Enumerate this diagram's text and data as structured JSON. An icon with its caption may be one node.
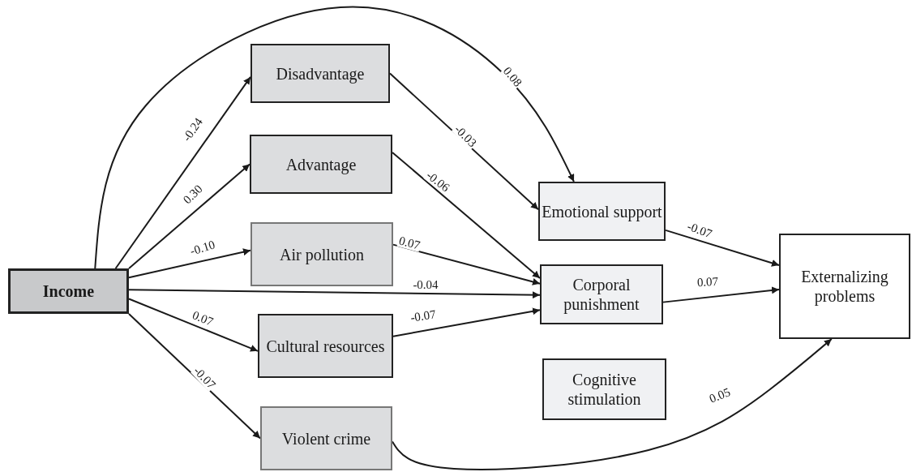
{
  "diagram": {
    "nodes": [
      {
        "text": [
          "Income"
        ]
      },
      {
        "text": [
          "Disadvantage"
        ]
      },
      {
        "text": [
          "Advantage"
        ]
      },
      {
        "text": [
          "Air pollution"
        ]
      },
      {
        "text": [
          "Cultural resources"
        ]
      },
      {
        "text": [
          "Violent crime"
        ]
      },
      {
        "text": [
          "Emotional support"
        ]
      },
      {
        "text": [
          "Corporal punishment"
        ]
      },
      {
        "text": [
          "Cognitive stimulation"
        ]
      },
      {
        "text": [
          "Externalizing problems"
        ]
      }
    ],
    "edges": [
      {
        "from": 0,
        "to": 1,
        "arrow": "to",
        "label": "-0.24"
      },
      {
        "from": 0,
        "to": 2,
        "arrow": "to",
        "label": "0.30"
      },
      {
        "from": 0,
        "to": 3,
        "arrow": "to",
        "label": "-0.10"
      },
      {
        "from": 0,
        "to": 7,
        "arrow": "to",
        "label": "-0.04"
      },
      {
        "from": 0,
        "to": 4,
        "arrow": "to",
        "label": "0.07"
      },
      {
        "from": 0,
        "to": 5,
        "arrow": "to",
        "label": "-0.07"
      },
      {
        "from": 0,
        "to": 6,
        "arrow": "to",
        "label": "0.08"
      },
      {
        "from": 1,
        "to": 6,
        "arrow": "to",
        "label": "-0.03"
      },
      {
        "from": 2,
        "to": 7,
        "arrow": "to",
        "label": "-0.06"
      },
      {
        "from": 3,
        "to": 7,
        "arrow": "to",
        "label": "0.07"
      },
      {
        "from": 4,
        "to": 7,
        "arrow": "to",
        "label": "-0.07"
      },
      {
        "from": 6,
        "to": 9,
        "arrow": "to",
        "label": "-0.07"
      },
      {
        "from": 7,
        "to": 9,
        "arrow": "to",
        "label": "0.07"
      },
      {
        "from": 5,
        "to": 9,
        "arrow": "to",
        "label": "0.05"
      }
    ]
  }
}
